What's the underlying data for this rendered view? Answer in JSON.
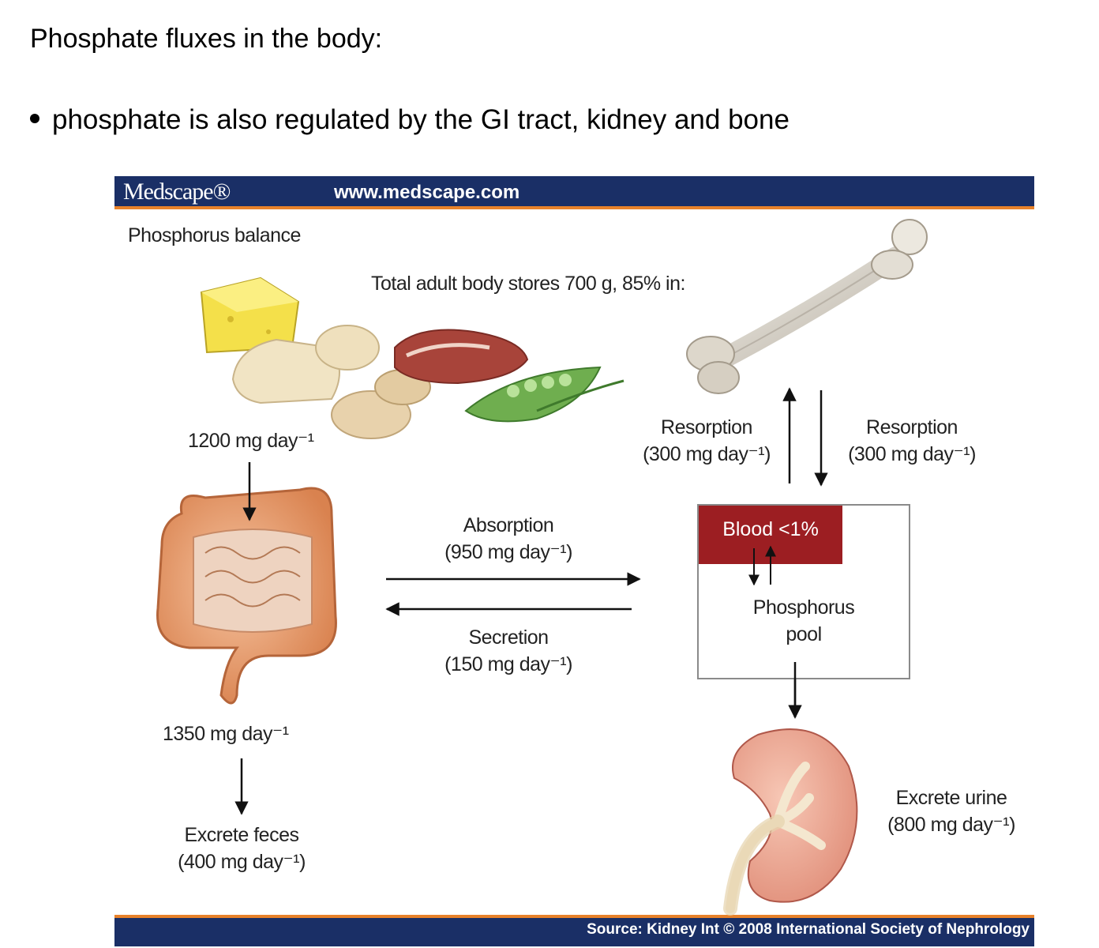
{
  "slide": {
    "title": "Phosphate fluxes in the body:",
    "bullet": "phosphate is also regulated by the GI tract, kidney and bone"
  },
  "figure": {
    "brand": "Medscape®",
    "url": "www.medscape.com",
    "subtitle": "Phosphorus balance",
    "stores": "Total adult body stores 700 g, 85% in:",
    "intake": "1200 mg day⁻¹",
    "resorption_left": {
      "title": "Resorption",
      "value": "(300 mg day⁻¹)"
    },
    "resorption_right": {
      "title": "Resorption",
      "value": "(300 mg day⁻¹)"
    },
    "absorption": {
      "title": "Absorption",
      "value": "(950 mg day⁻¹)"
    },
    "secretion": {
      "title": "Secretion",
      "value": "(150 mg day⁻¹)"
    },
    "blood": "Blood <1%",
    "pool_line1": "Phosphorus",
    "pool_line2": "pool",
    "gut_output": "1350 mg day⁻¹",
    "feces": {
      "title": "Excrete feces",
      "value": "(400 mg day⁻¹)"
    },
    "urine": {
      "title": "Excrete urine",
      "value": "(800 mg day⁻¹)"
    },
    "source": "Source: Kidney Int © 2008 International Society of Nephrology"
  },
  "colors": {
    "header_navy": "#1a2f66",
    "header_orange": "#e8822a",
    "blood_red": "#9c1e22"
  },
  "icons": [
    "food-illustration",
    "bone-illustration",
    "intestine-illustration",
    "kidney-illustration"
  ]
}
